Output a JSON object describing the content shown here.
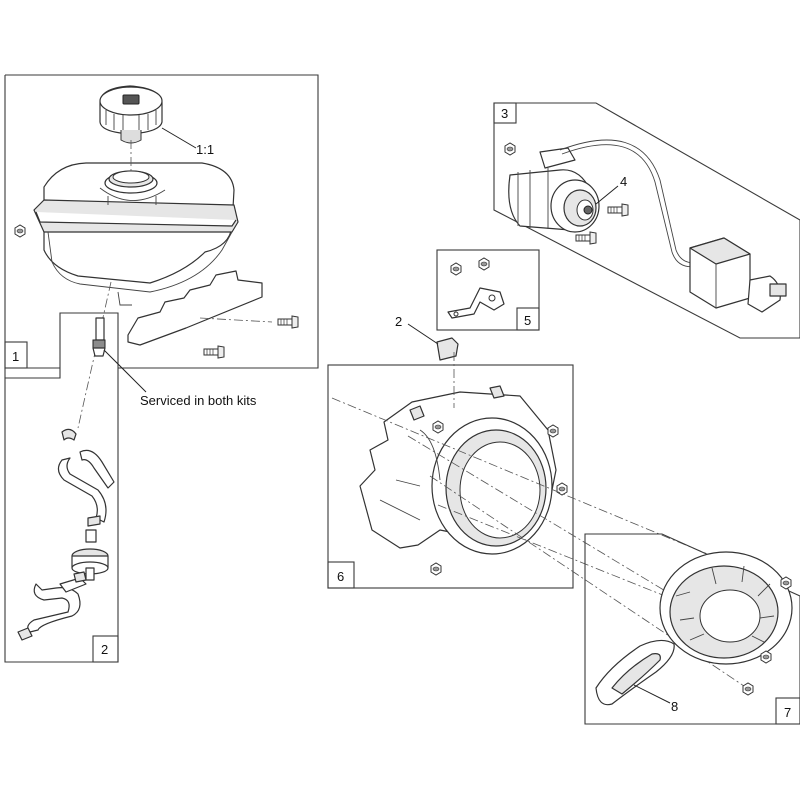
{
  "callouts": {
    "c1_1": "1:1",
    "c2": "2",
    "c4": "4",
    "c8": "8",
    "note": "Serviced in both kits"
  },
  "boxes": {
    "b1": "1",
    "b2": "2",
    "b3": "3",
    "b5": "5",
    "b6": "6",
    "b7": "7"
  },
  "icons": [
    "fuel-cap-icon",
    "fuel-tank-icon",
    "fuel-line-icon",
    "fuel-filter-icon",
    "electric-starter-icon",
    "switch-box-icon",
    "bracket-icon",
    "blower-housing-icon",
    "recoil-starter-icon",
    "bolt-icon"
  ]
}
